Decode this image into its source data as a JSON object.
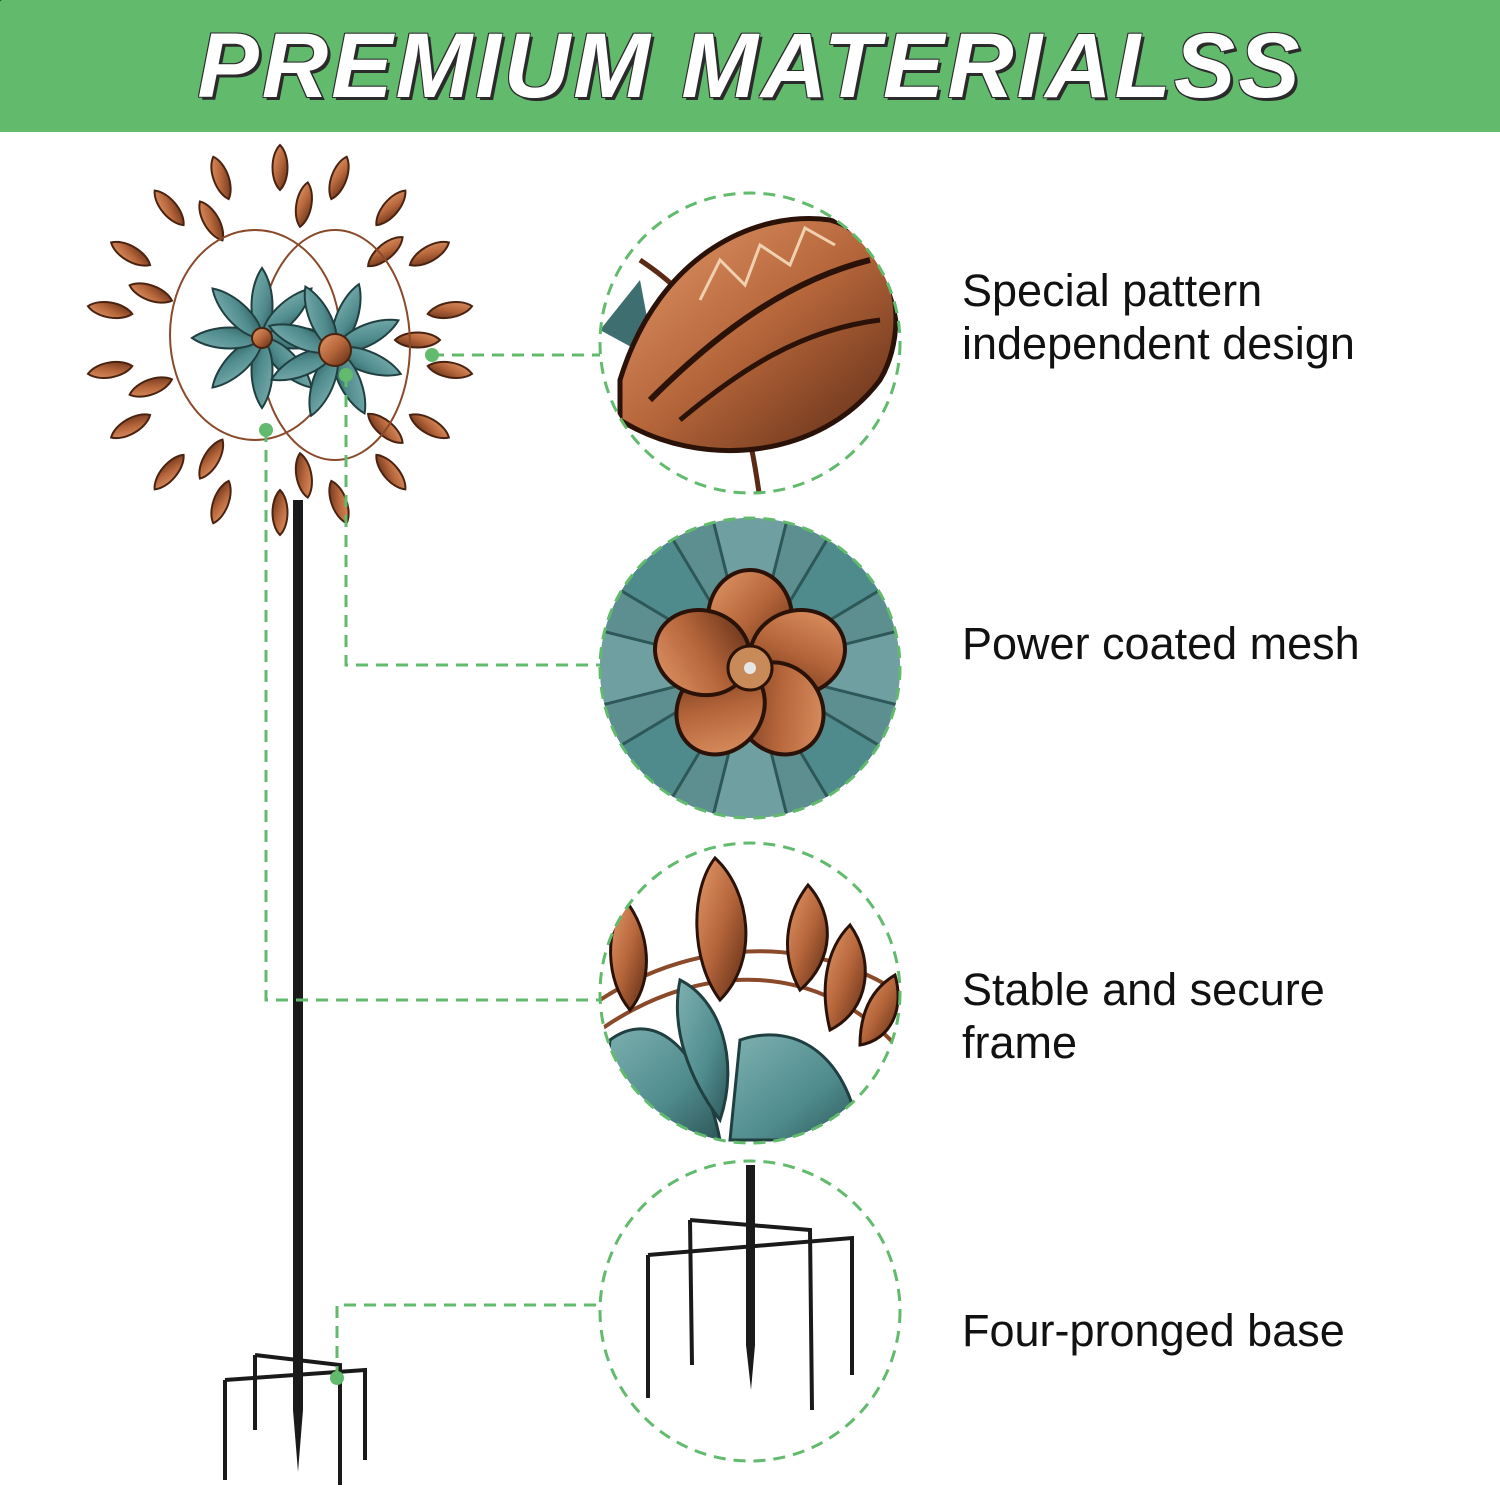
{
  "banner": {
    "title": "PREMIUM MATERIALSS",
    "background": "#62ba6d"
  },
  "features": [
    {
      "lines": [
        "Special pattern",
        "independent design"
      ],
      "detail": "leaf-detail"
    },
    {
      "lines": [
        "Power coated mesh"
      ],
      "detail": "flower-detail"
    },
    {
      "lines": [
        "Stable and secure",
        "frame"
      ],
      "detail": "frame-detail"
    },
    {
      "lines": [
        "Four-pronged base"
      ],
      "detail": "base-detail"
    }
  ],
  "colors": {
    "accent_green": "#62ba6d",
    "copper": "#b5653a",
    "teal": "#4f8b8d",
    "stake": "#1a1a1a"
  }
}
